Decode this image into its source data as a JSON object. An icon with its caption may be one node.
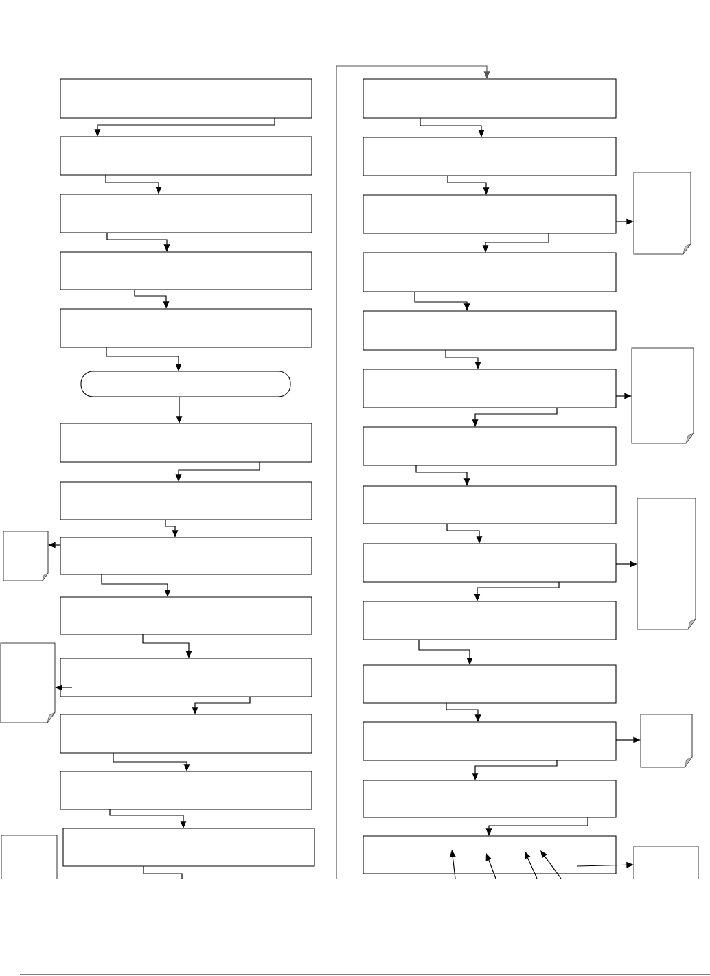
{
  "diagram": {
    "nodes": [
      {
        "text": [],
        "shape": "box"
      },
      {
        "text": [],
        "shape": "box"
      },
      {
        "text": [],
        "shape": "box"
      },
      {
        "text": [],
        "shape": "box"
      },
      {
        "text": [],
        "shape": "box"
      },
      {
        "text": [],
        "shape": "pill"
      },
      {
        "text": [],
        "shape": "box"
      },
      {
        "text": [],
        "shape": "box"
      },
      {
        "text": [],
        "shape": "document"
      },
      {
        "text": [],
        "shape": "box"
      },
      {
        "text": [],
        "shape": "box"
      },
      {
        "text": [],
        "shape": "document"
      },
      {
        "text": [],
        "shape": "box"
      },
      {
        "text": [],
        "shape": "box"
      },
      {
        "text": [],
        "shape": "box"
      },
      {
        "text": [],
        "shape": "document"
      },
      {
        "text": [],
        "shape": "box"
      },
      {
        "text": [],
        "shape": "box"
      },
      {
        "text": [],
        "shape": "box"
      },
      {
        "text": [],
        "shape": "box"
      },
      {
        "text": [],
        "shape": "document"
      },
      {
        "text": [],
        "shape": "box"
      },
      {
        "text": [],
        "shape": "box"
      },
      {
        "text": [],
        "shape": "box"
      },
      {
        "text": [],
        "shape": "document"
      },
      {
        "text": [],
        "shape": "box"
      },
      {
        "text": [],
        "shape": "box"
      },
      {
        "text": [],
        "shape": "box"
      },
      {
        "text": [],
        "shape": "document"
      },
      {
        "text": [],
        "shape": "box"
      },
      {
        "text": [],
        "shape": "box"
      },
      {
        "text": [],
        "shape": "box"
      },
      {
        "text": [],
        "shape": "document"
      },
      {
        "text": [],
        "shape": "box"
      },
      {
        "text": [],
        "shape": "box"
      },
      {
        "text": [],
        "shape": "document"
      }
    ],
    "edges": [
      {
        "from": 0,
        "to": 1,
        "arrow": "to"
      },
      {
        "from": 1,
        "to": 2,
        "arrow": "to"
      },
      {
        "from": 2,
        "to": 3,
        "arrow": "to"
      },
      {
        "from": 3,
        "to": 4,
        "arrow": "to"
      },
      {
        "from": 4,
        "to": 5,
        "arrow": "to"
      },
      {
        "from": 5,
        "to": 6,
        "arrow": "to"
      },
      {
        "from": 6,
        "to": 7,
        "arrow": "to"
      },
      {
        "from": 7,
        "to": 9,
        "arrow": "to"
      },
      {
        "from": 9,
        "to": 8,
        "arrow": "to"
      },
      {
        "from": 9,
        "to": 10,
        "arrow": "to"
      },
      {
        "from": 10,
        "to": 12,
        "arrow": "to"
      },
      {
        "from": 12,
        "to": 11,
        "arrow": "to"
      },
      {
        "from": 12,
        "to": 13,
        "arrow": "to"
      },
      {
        "from": 13,
        "to": 14,
        "arrow": "to"
      },
      {
        "from": 14,
        "to": 16,
        "arrow": "to"
      },
      {
        "from": 16,
        "to": null,
        "arrow": "none"
      },
      {
        "from": null,
        "to": 17,
        "arrow": "to",
        "color": "#555555"
      },
      {
        "from": 17,
        "to": 18,
        "arrow": "to"
      },
      {
        "from": 18,
        "to": 19,
        "arrow": "to"
      },
      {
        "from": 19,
        "to": 20,
        "arrow": "to"
      },
      {
        "from": 19,
        "to": 21,
        "arrow": "to"
      },
      {
        "from": 21,
        "to": 22,
        "arrow": "to"
      },
      {
        "from": 22,
        "to": 23,
        "arrow": "to"
      },
      {
        "from": 23,
        "to": 24,
        "arrow": "to"
      },
      {
        "from": 23,
        "to": 25,
        "arrow": "to"
      },
      {
        "from": 25,
        "to": 26,
        "arrow": "to"
      },
      {
        "from": 26,
        "to": 27,
        "arrow": "to"
      },
      {
        "from": 27,
        "to": 28,
        "arrow": "to"
      },
      {
        "from": 27,
        "to": 29,
        "arrow": "to"
      },
      {
        "from": 29,
        "to": 30,
        "arrow": "to"
      },
      {
        "from": 30,
        "to": 31,
        "arrow": "to"
      },
      {
        "from": 31,
        "to": 32,
        "arrow": "to"
      },
      {
        "from": 31,
        "to": 33,
        "arrow": "to"
      },
      {
        "from": 33,
        "to": 34,
        "arrow": "to"
      },
      {
        "from": 34,
        "to": 35,
        "arrow": "to"
      },
      {
        "from": null,
        "to": 34,
        "arrow": "to"
      },
      {
        "from": null,
        "to": 34,
        "arrow": "to"
      },
      {
        "from": null,
        "to": 34,
        "arrow": "to"
      },
      {
        "from": null,
        "to": 34,
        "arrow": "to"
      }
    ]
  }
}
